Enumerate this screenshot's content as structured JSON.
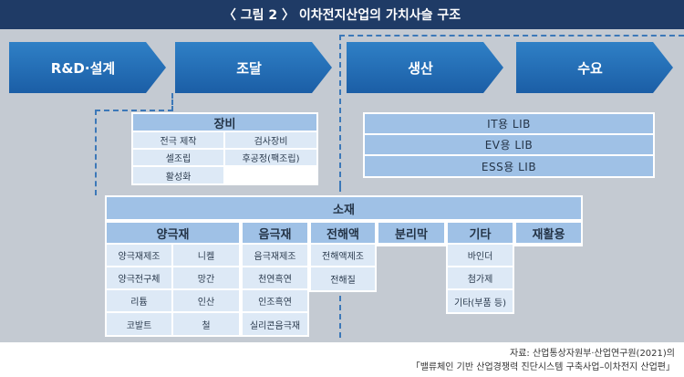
{
  "title": "〈 그림 2 〉 이차전지산업의 가치사슬 구조",
  "stages": [
    "R&D·설계",
    "조달",
    "생산",
    "수요"
  ],
  "equipment": {
    "header": "장비",
    "items": [
      "전극 제작",
      "검사장비",
      "셀조립",
      "후공정(팩조립)",
      "활성화"
    ]
  },
  "production": [
    "IT용 LIB",
    "EV용 LIB",
    "ESS용 LIB"
  ],
  "materials": {
    "header": "소재",
    "categories": [
      {
        "name": "양극재",
        "items": [
          "양극재제조",
          "니켈",
          "양극전구체",
          "망간",
          "리튬",
          "인산",
          "코발트",
          "철"
        ]
      },
      {
        "name": "음극재",
        "items": [
          "음극재제조",
          "천연흑연",
          "인조흑연",
          "실리콘음극재"
        ]
      },
      {
        "name": "전해액",
        "items": [
          "전해액제조",
          "전해질"
        ]
      },
      {
        "name": "분리막",
        "items": []
      },
      {
        "name": "기타",
        "items": [
          "바인더",
          "첨가제",
          "기타(부품 등)"
        ]
      },
      {
        "name": "재활용",
        "items": []
      }
    ]
  },
  "source": {
    "line1": "자료: 산업통상자원부·산업연구원(2021)의",
    "line2": "「밸류체인 기반 산업경쟁력 진단시스템 구축사업–이차전지 산업편」"
  }
}
